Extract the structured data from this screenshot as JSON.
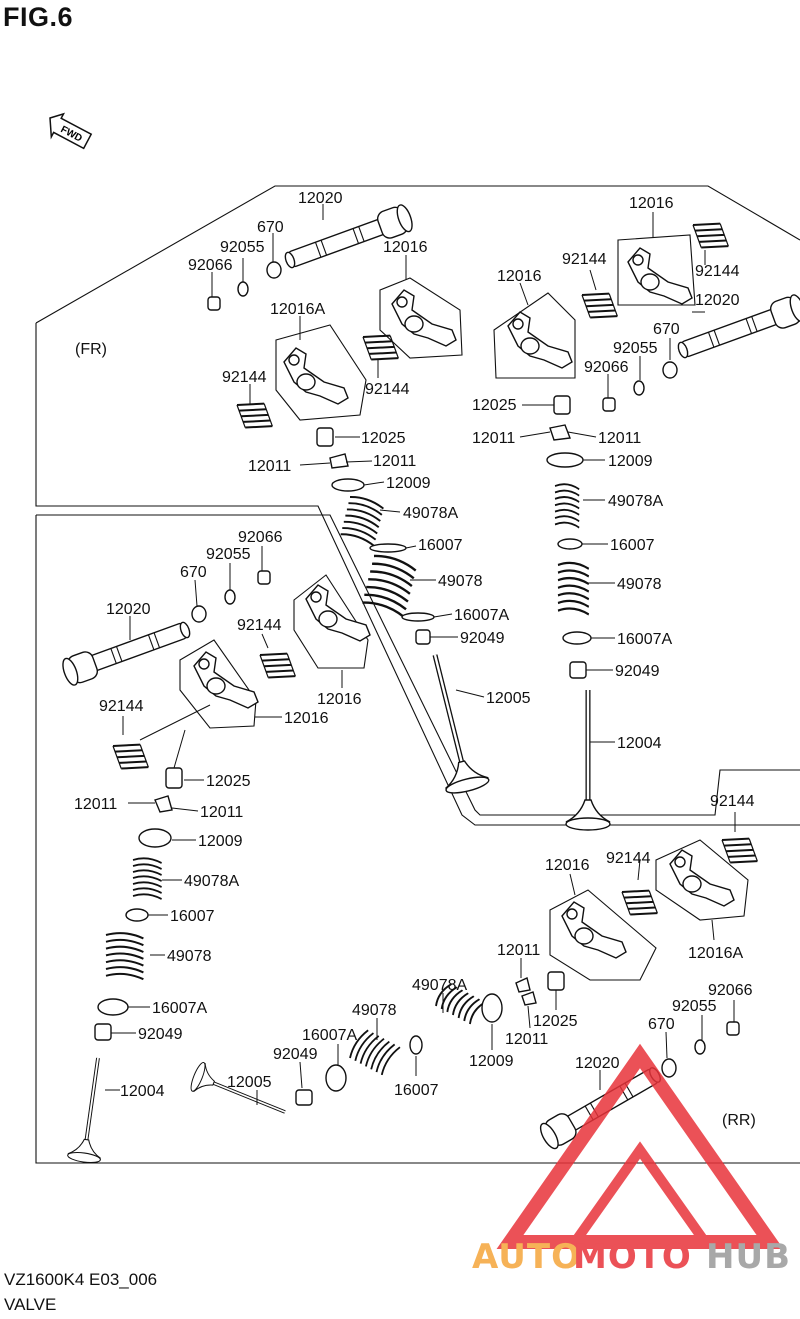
{
  "header": {
    "fig": "FIG.6"
  },
  "footer": {
    "model_code": "VZ1600K4 E03_006",
    "name": "VALVE"
  },
  "fwd_label": "FWD",
  "sections": {
    "front": "(FR)",
    "rear": "(RR)"
  },
  "watermark": {
    "part1": "AUTO",
    "part2": "MOTO",
    "part3": "HUB"
  },
  "labels": {
    "fr_12020": "12020",
    "fr_670": "670",
    "fr_92055": "92055",
    "fr_92066": "92066",
    "fr_12016": "12016",
    "fr_12016a": "12016A",
    "fr_92144a": "92144",
    "fr_92144b": "92144",
    "fr_12025": "12025",
    "fr_12011a": "12011",
    "fr_12011b": "12011",
    "fr_12009": "12009",
    "fr_49078a": "49078A",
    "fr_16007": "16007",
    "fr_49078": "49078",
    "fr_16007a": "16007A",
    "fr_92049": "92049",
    "fr_12005": "12005",
    "frr_12016top": "12016",
    "frr_92144a": "92144",
    "frr_92144b": "92144",
    "frr_12016": "12016",
    "frr_12020": "12020",
    "frr_670": "670",
    "frr_92055": "92055",
    "frr_92066": "92066",
    "frr_12025": "12025",
    "frr_12011a": "12011",
    "frr_12011b": "12011",
    "frr_12009": "12009",
    "frr_49078a": "49078A",
    "frr_16007": "16007",
    "frr_49078": "49078",
    "frr_16007a": "16007A",
    "frr_92049": "92049",
    "frr_12004": "12004",
    "rl_92066": "92066",
    "rl_92055": "92055",
    "rl_670": "670",
    "rl_12020": "12020",
    "rl_92144a": "92144",
    "rl_12016a": "12016",
    "rl_92144b": "92144",
    "rl_12016b": "12016",
    "rl_12025": "12025",
    "rl_12011a": "12011",
    "rl_12011b": "12011",
    "rl_12009": "12009",
    "rl_49078a": "49078A",
    "rl_16007": "16007",
    "rl_49078": "49078",
    "rl_16007a": "16007A",
    "rl_92049": "92049",
    "rl_12004": "12004",
    "rr_92144a": "92144",
    "rr_12016": "12016",
    "rr_92144b": "92144",
    "rr_12016a": "12016A",
    "rr_12011a": "12011",
    "rr_49078a": "49078A",
    "rr_49078": "49078",
    "rr_16007a": "16007A",
    "rr_92049": "92049",
    "rr_12005": "12005",
    "rr_16007": "16007",
    "rr_12009": "12009",
    "rr_12011b": "12011",
    "rr_12025": "12025",
    "rr_92066": "92066",
    "rr_92055": "92055",
    "rr_670": "670",
    "rr_12020": "12020"
  },
  "colors": {
    "watermark_red": "#e8333a",
    "watermark_orange": "#f5a53a",
    "watermark_gray": "#9a9a9a"
  }
}
